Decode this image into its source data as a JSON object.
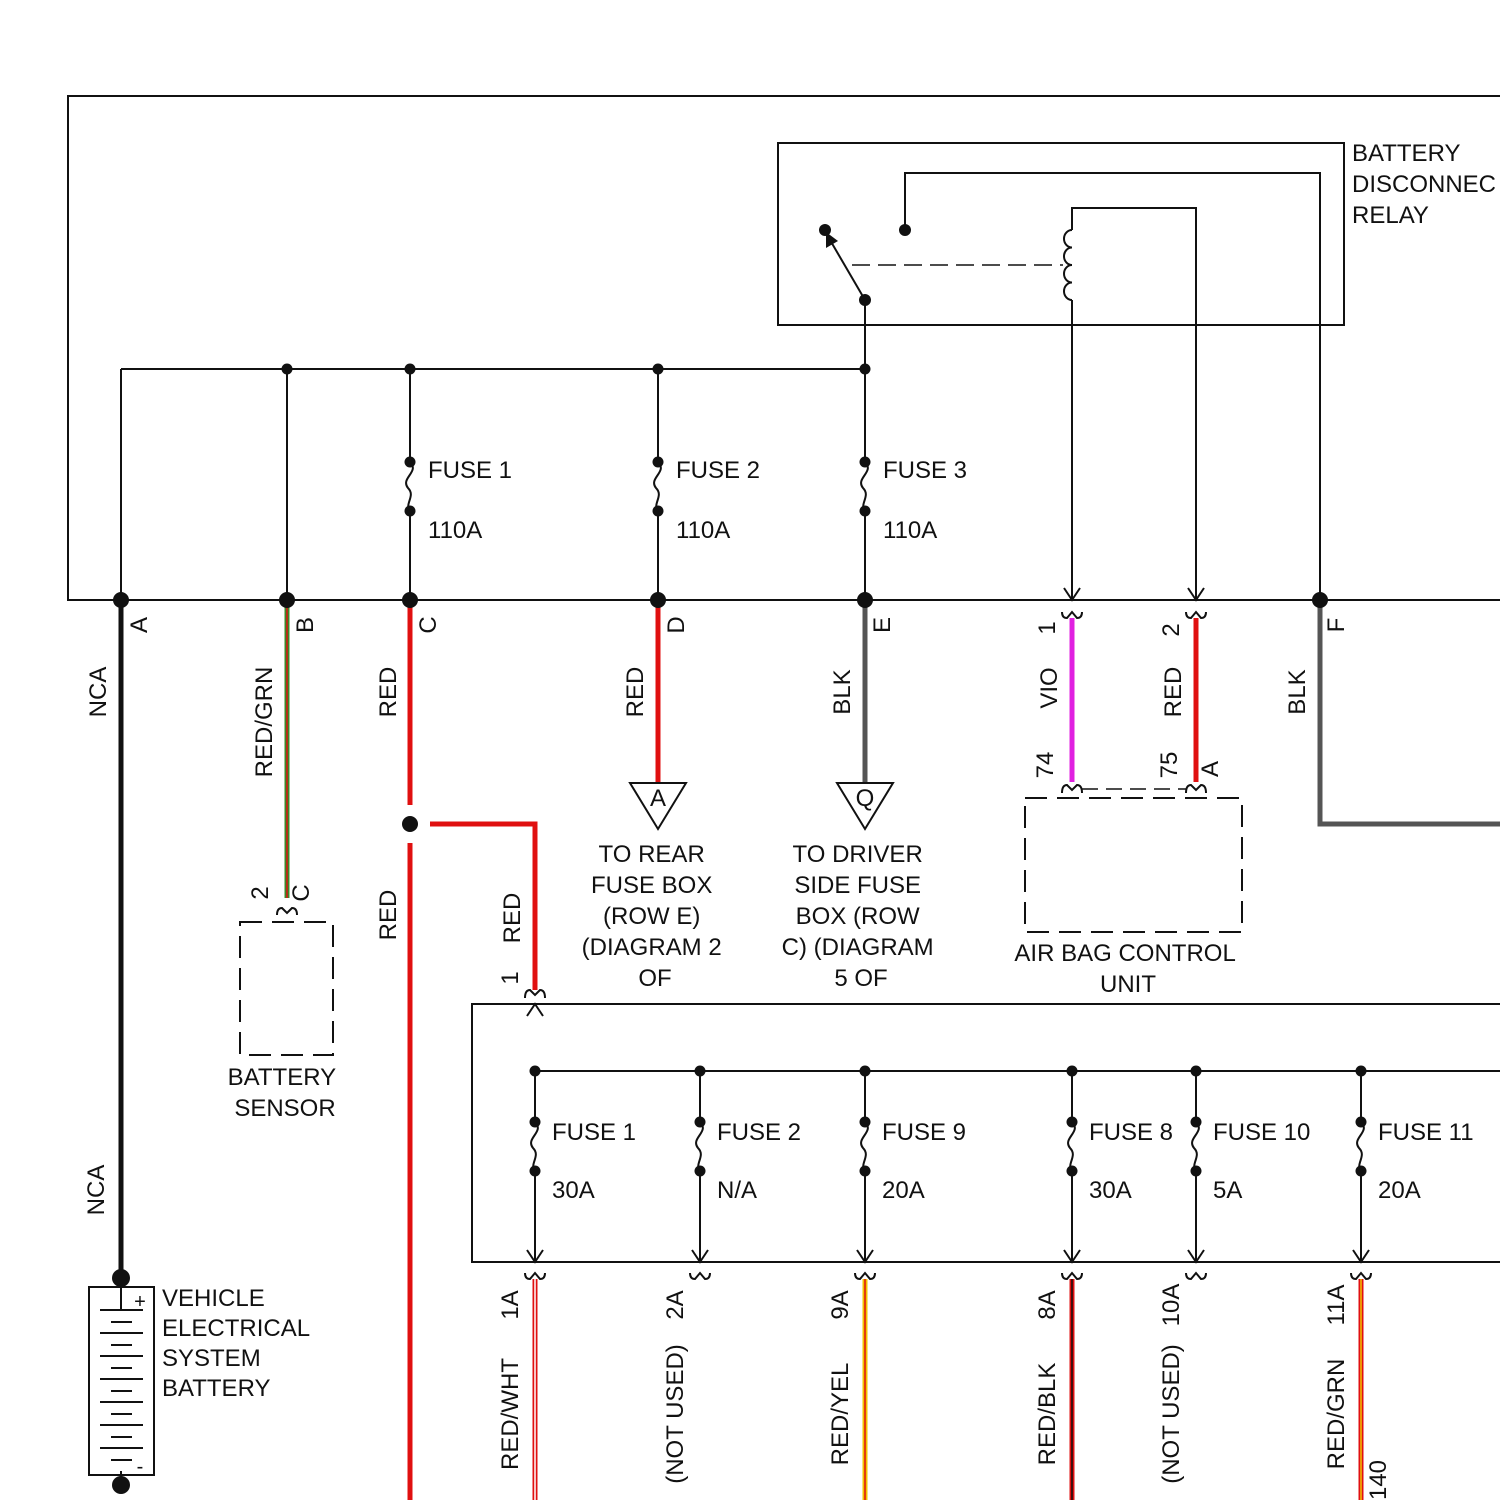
{
  "diagram": {
    "colors": {
      "black": "#111111",
      "red": "#e01010",
      "green": "#3a8a2a",
      "gray": "#555555",
      "violet": "#e020e0",
      "yellow": "#f2c200",
      "white": "#ffffff"
    },
    "relay": {
      "label_lines": [
        "BATTERY",
        "DISCONNEC",
        "RELAY"
      ]
    },
    "upper_fuses": [
      {
        "name": "FUSE 1",
        "rating": "110A"
      },
      {
        "name": "FUSE 2",
        "rating": "110A"
      },
      {
        "name": "FUSE 3",
        "rating": "110A"
      }
    ],
    "upper_pins": [
      "A",
      "B",
      "C",
      "D",
      "E",
      "1",
      "2",
      "F"
    ],
    "wire_labels": {
      "a": "NCA",
      "b": "RED/GRN",
      "c": "RED",
      "d": "RED",
      "e": "BLK",
      "p1": "VIO",
      "p2": "RED",
      "f": "BLK",
      "c_lower": "RED",
      "branch": "RED",
      "battery_wire": "NCA"
    },
    "connector_a": {
      "letter": "A",
      "text_lines": [
        "TO REAR",
        "FUSE BOX",
        "(ROW E)",
        "(DIAGRAM 2",
        "OF"
      ]
    },
    "connector_q": {
      "letter": "Q",
      "text_lines": [
        "TO DRIVER",
        "SIDE FUSE",
        "BOX (ROW",
        "C) (DIAGRAM",
        "5 OF"
      ]
    },
    "airbag": {
      "pins": [
        "74",
        "75",
        "A"
      ],
      "label_lines": [
        "AIR BAG CONTROL",
        "UNIT"
      ]
    },
    "battery_sensor": {
      "pins": [
        "2",
        "C"
      ],
      "label_lines": [
        "BATTERY",
        "SENSOR"
      ]
    },
    "battery": {
      "plus": "+",
      "minus": "-",
      "label_lines": [
        "VEHICLE",
        "ELECTRICAL",
        "SYSTEM",
        "BATTERY"
      ]
    },
    "lower_input_pin": "1",
    "lower_fuses": [
      {
        "name": "FUSE 1",
        "rating": "30A",
        "pin": "1A",
        "wire": "RED/WHT"
      },
      {
        "name": "FUSE 2",
        "rating": "N/A",
        "pin": "2A",
        "wire": "(NOT USED)"
      },
      {
        "name": "FUSE 9",
        "rating": "20A",
        "pin": "9A",
        "wire": "RED/YEL"
      },
      {
        "name": "FUSE 8",
        "rating": "30A",
        "pin": "8A",
        "wire": "RED/BLK"
      },
      {
        "name": "FUSE 10",
        "rating": "5A",
        "pin": "10A",
        "wire": "(NOT USED)"
      },
      {
        "name": "FUSE 11",
        "rating": "20A",
        "pin": "11A",
        "wire": "RED/GRN"
      }
    ],
    "edge_label": "140"
  }
}
